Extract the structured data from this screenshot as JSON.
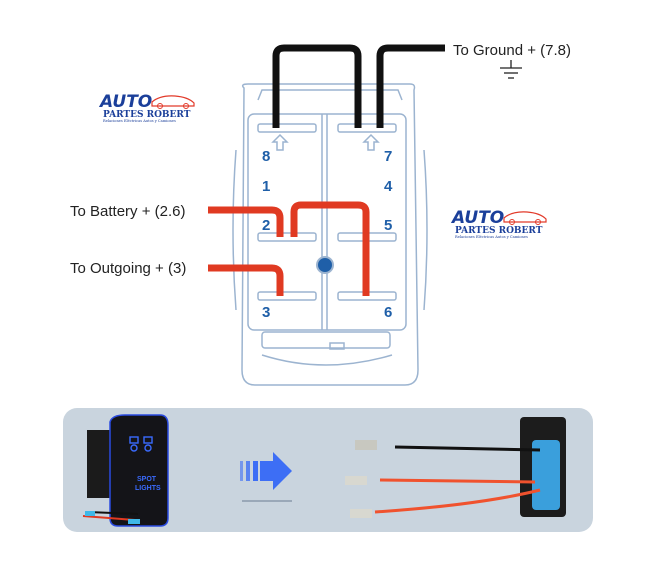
{
  "labels": {
    "ground": "To Ground + (7.8)",
    "battery": "To Battery + (2.6)",
    "outgoing": "To Outgoing + (3)"
  },
  "pins": {
    "p8": "8",
    "p1": "1",
    "p2": "2",
    "p3": "3",
    "p7": "7",
    "p4": "4",
    "p5": "5",
    "p6": "6"
  },
  "logo": {
    "brand": "AUTO",
    "name": "PARTES ROBERT",
    "tagline": "Relaciones Eléctricas Autos y Camiones"
  },
  "switch_photo": {
    "text_line1": "SPOT",
    "text_line2": "LIGHTS"
  },
  "colors": {
    "ground_wire": "#111111",
    "power_wire": "#e03a22",
    "switch_outline": "#9cb4d0",
    "pin_label": "#1f5fa8",
    "panel": "#c9d4de",
    "arrow": "#3d6ef5"
  }
}
